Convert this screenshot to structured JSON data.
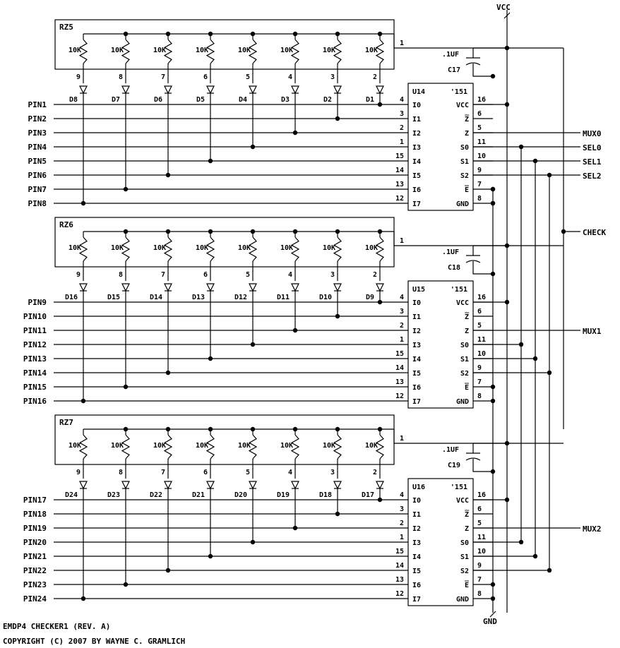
{
  "rails": {
    "vcc": "VCC",
    "gnd": "GND"
  },
  "resistor_value": "10K",
  "resistor_pin1": "1",
  "resistor_pins": [
    "9",
    "8",
    "7",
    "6",
    "5",
    "4",
    "3",
    "2"
  ],
  "mux_type": "'151",
  "cap_value": ".1UF",
  "ic_pins": {
    "inputs": [
      "I0",
      "I1",
      "I2",
      "I3",
      "I4",
      "I5",
      "I6",
      "I7"
    ],
    "input_numbers": [
      "4",
      "3",
      "2",
      "1",
      "15",
      "14",
      "13",
      "12"
    ],
    "right": [
      "VCC",
      "Z̅",
      "Z",
      "S0",
      "S1",
      "S2",
      "E̅",
      "GND"
    ],
    "right_numbers": [
      "16",
      "6",
      "5",
      "11",
      "10",
      "9",
      "7",
      "8"
    ]
  },
  "blocks": [
    {
      "rnet": "RZ5",
      "ic": "U14",
      "cap": "C17",
      "mux_out": "MUX0",
      "diodes": [
        "D8",
        "D7",
        "D6",
        "D5",
        "D4",
        "D3",
        "D2",
        "D1"
      ],
      "pins": [
        "PIN1",
        "PIN2",
        "PIN3",
        "PIN4",
        "PIN5",
        "PIN6",
        "PIN7",
        "PIN8"
      ]
    },
    {
      "rnet": "RZ6",
      "ic": "U15",
      "cap": "C18",
      "mux_out": "MUX1",
      "diodes": [
        "D16",
        "D15",
        "D14",
        "D13",
        "D12",
        "D11",
        "D10",
        "D9"
      ],
      "pins": [
        "PIN9",
        "PIN10",
        "PIN11",
        "PIN12",
        "PIN13",
        "PIN14",
        "PIN15",
        "PIN16"
      ]
    },
    {
      "rnet": "RZ7",
      "ic": "U16",
      "cap": "C19",
      "mux_out": "MUX2",
      "diodes": [
        "D24",
        "D23",
        "D22",
        "D21",
        "D20",
        "D19",
        "D18",
        "D17"
      ],
      "pins": [
        "PIN17",
        "PIN18",
        "PIN19",
        "PIN20",
        "PIN21",
        "PIN22",
        "PIN23",
        "PIN24"
      ]
    }
  ],
  "signals": {
    "sel0": "SEL0",
    "sel1": "SEL1",
    "sel2": "SEL2",
    "check": "CHECK"
  },
  "footer": {
    "title": "EMDP4 CHECKER1 (REV. A)",
    "copyright": "COPYRIGHT (C) 2007 BY WAYNE C. GRAMLICH"
  }
}
